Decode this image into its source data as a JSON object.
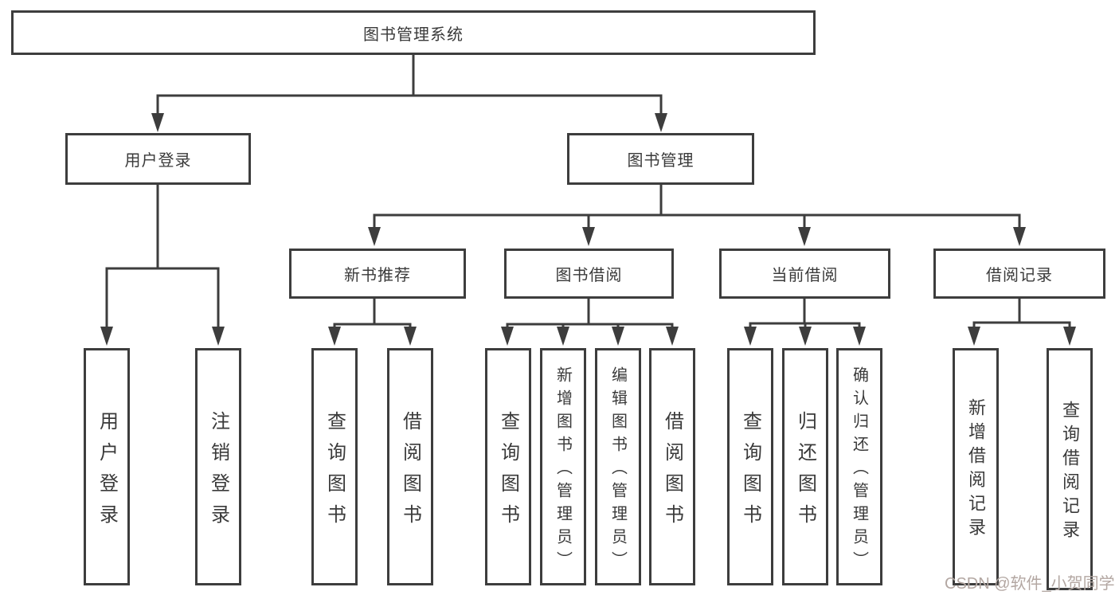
{
  "diagram": {
    "type": "hierarchy-tree",
    "nodes": {
      "root": "图书管理系统",
      "user_login": "用户登录",
      "book_mgmt": "图书管理",
      "new_book_rec": "新书推荐",
      "book_borrow": "图书借阅",
      "current_borrow": "当前借阅",
      "borrow_records": "借阅记录",
      "leaf_user_login": "用户登录",
      "leaf_logout": "注销登录",
      "leaf_query_book_newrec": "查询图书",
      "leaf_borrow_book_newrec": "借阅图书",
      "leaf_query_book_borrow": "查询图书",
      "leaf_add_book_admin": "新增图书（管理员）",
      "leaf_edit_book_admin": "编辑图书（管理员）",
      "leaf_borrow_book_borrow": "借阅图书",
      "leaf_query_book_current": "查询图书",
      "leaf_return_book": "归还图书",
      "leaf_confirm_return_admin": "确认归还（管理员）",
      "leaf_add_borrow_record": "新增借阅记录",
      "leaf_query_borrow_record": "查询借阅记录"
    },
    "edges": [
      [
        "图书管理系统",
        "用户登录"
      ],
      [
        "图书管理系统",
        "图书管理"
      ],
      [
        "用户登录",
        "用户登录(叶)"
      ],
      [
        "用户登录",
        "注销登录"
      ],
      [
        "图书管理",
        "新书推荐"
      ],
      [
        "图书管理",
        "图书借阅"
      ],
      [
        "图书管理",
        "当前借阅"
      ],
      [
        "图书管理",
        "借阅记录"
      ],
      [
        "新书推荐",
        "查询图书"
      ],
      [
        "新书推荐",
        "借阅图书"
      ],
      [
        "图书借阅",
        "查询图书"
      ],
      [
        "图书借阅",
        "新增图书（管理员）"
      ],
      [
        "图书借阅",
        "编辑图书（管理员）"
      ],
      [
        "图书借阅",
        "借阅图书"
      ],
      [
        "当前借阅",
        "查询图书"
      ],
      [
        "当前借阅",
        "归还图书"
      ],
      [
        "当前借阅",
        "确认归还（管理员）"
      ],
      [
        "借阅记录",
        "新增借阅记录"
      ],
      [
        "借阅记录",
        "查询借阅记录"
      ]
    ],
    "colors": {
      "line": "#3d3d3d",
      "text": "#3a3a3a",
      "background": "#ffffff",
      "watermark_text": "#b3a7a2"
    }
  },
  "watermark": "CSDN @软件_小贺同学"
}
